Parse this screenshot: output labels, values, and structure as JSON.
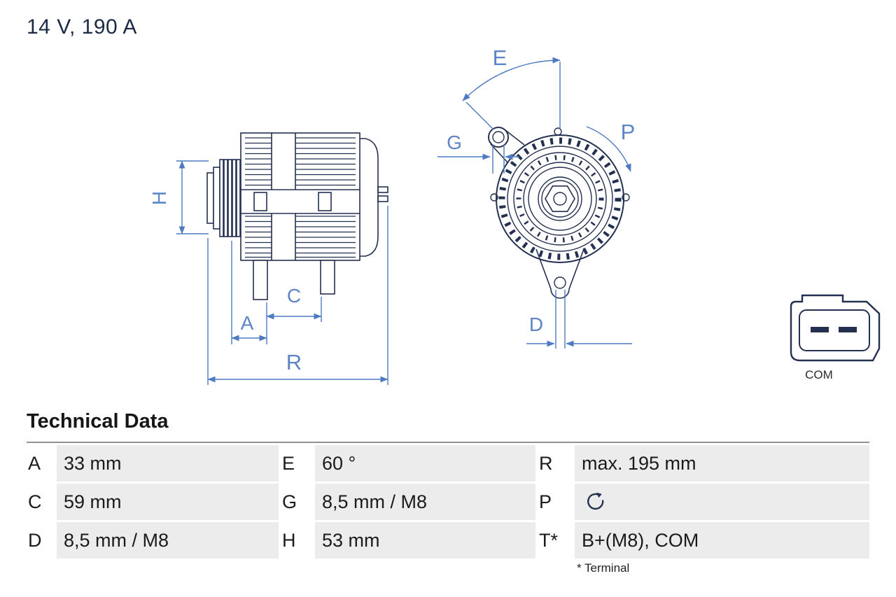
{
  "header": {
    "rating": "14 V, 190 A"
  },
  "diagram": {
    "dimension_labels": {
      "H": "H",
      "A": "A",
      "C": "C",
      "R": "R",
      "E": "E",
      "G": "G",
      "P": "P",
      "D": "D"
    },
    "connector": {
      "label": "COM"
    },
    "colors": {
      "line": "#233050",
      "dimension": "#4d7ac1",
      "dimension_label": "#5e84c8"
    }
  },
  "technical_data": {
    "title": "Technical Data",
    "footnote": "* Terminal",
    "rows": [
      {
        "cells": [
          {
            "key": "A",
            "value": "33 mm"
          },
          {
            "key": "E",
            "value": "60 °"
          },
          {
            "key": "R",
            "value": "max. 195 mm"
          }
        ]
      },
      {
        "cells": [
          {
            "key": "C",
            "value": "59 mm"
          },
          {
            "key": "G",
            "value": "8,5 mm / M8"
          },
          {
            "key": "P",
            "value": "",
            "icon": "rotation-ccw-icon"
          }
        ]
      },
      {
        "cells": [
          {
            "key": "D",
            "value": "8,5 mm / M8"
          },
          {
            "key": "H",
            "value": "53 mm"
          },
          {
            "key": "T*",
            "value": "B+(M8), COM"
          }
        ]
      }
    ]
  }
}
